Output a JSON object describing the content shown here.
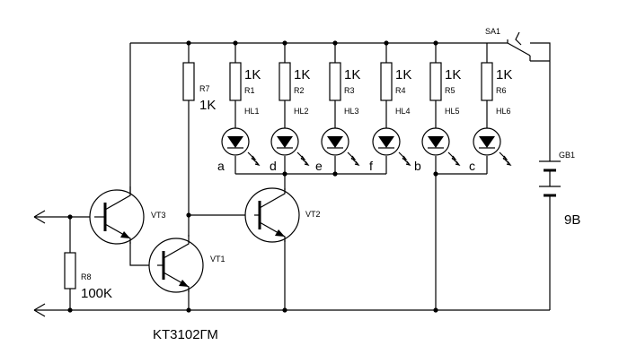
{
  "labels": {
    "switch": "SA1",
    "battery": "GB1",
    "battery_voltage": "9B",
    "r7_name": "R7",
    "r7_value": "1K",
    "r8_name": "R8",
    "r8_value": "100K",
    "vt1": "VT1",
    "vt2": "VT2",
    "vt3": "VT3",
    "transistor_type": "KT3102ГМ"
  },
  "led_resistors": [
    {
      "name": "R1",
      "value": "1K"
    },
    {
      "name": "R2",
      "value": "1K"
    },
    {
      "name": "R3",
      "value": "1K"
    },
    {
      "name": "R4",
      "value": "1K"
    },
    {
      "name": "R5",
      "value": "1K"
    },
    {
      "name": "R6",
      "value": "1K"
    }
  ],
  "leds": [
    {
      "name": "HL1",
      "segment": "a"
    },
    {
      "name": "HL2",
      "segment": "d"
    },
    {
      "name": "HL3",
      "segment": "e"
    },
    {
      "name": "HL4",
      "segment": "f"
    },
    {
      "name": "HL5",
      "segment": "b"
    },
    {
      "name": "HL6",
      "segment": "c"
    }
  ]
}
